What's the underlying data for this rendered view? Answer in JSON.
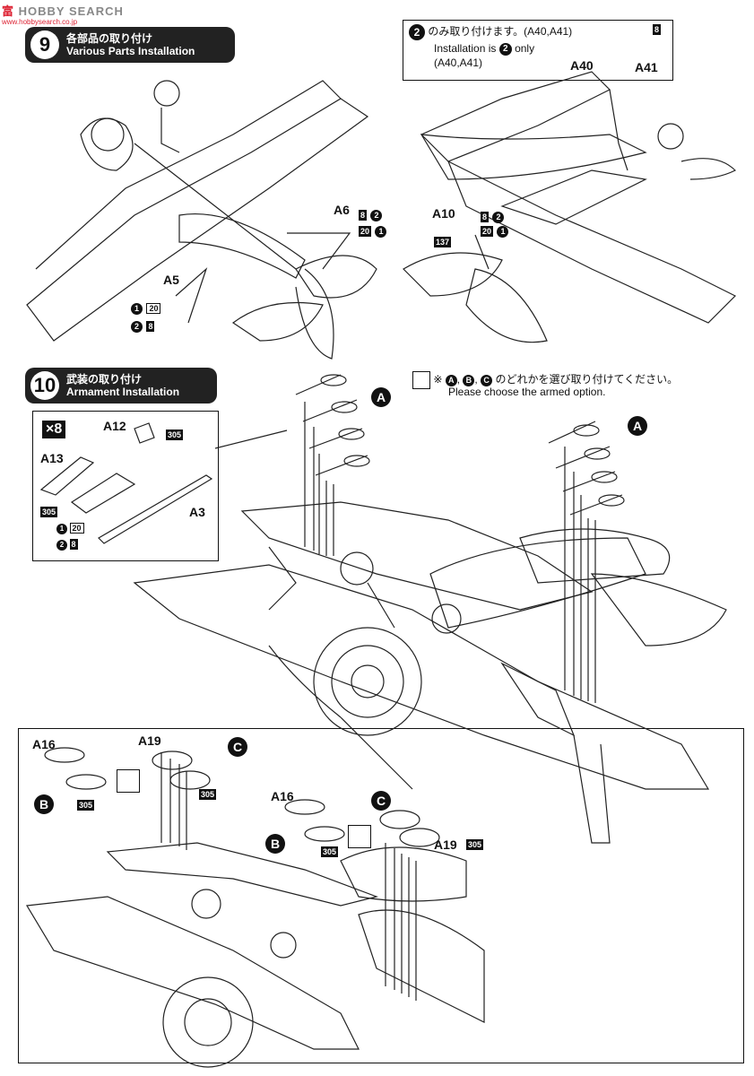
{
  "watermark": {
    "brand_a": "富",
    "brand_b": "HOBBY SEARCH",
    "sub": "www.hobbysearch.co.jp"
  },
  "step9": {
    "number": "9",
    "title_jp": "各部品の取り付け",
    "title_en": "Various Parts Installation"
  },
  "step10": {
    "number": "10",
    "title_jp": "武装の取り付け",
    "title_en": "Armament Installation"
  },
  "note_top": {
    "icon": "2",
    "line1": "のみ取り付けます。(A40,A41)",
    "line2": "Installation is",
    "line2_icon": "2",
    "line2_end": "only",
    "line3": "(A40,A41)",
    "parts": [
      "A40",
      "A41"
    ],
    "code": "8"
  },
  "step9_left_labels": {
    "a6": "A6",
    "a5": "A5",
    "codes_a6": [
      "8",
      "2",
      "20",
      "1"
    ],
    "codes_a5": [
      "1",
      "20",
      "2",
      "8"
    ]
  },
  "step9_right_labels": {
    "a10": "A10",
    "codes_a10": [
      "8",
      "2",
      "20",
      "1"
    ],
    "code_137": "137"
  },
  "armament_note": {
    "prefix": "※",
    "options": [
      "A",
      "B",
      "C"
    ],
    "text_jp": "のどれかを選び取り付けてください。",
    "text_en": "Please choose the armed option."
  },
  "armament_box": {
    "multiplier": "8",
    "a12": "A12",
    "a13": "A13",
    "a3": "A3",
    "code_305": "305",
    "codes": [
      "1",
      "20",
      "2",
      "8"
    ]
  },
  "option_labels": {
    "a": "A",
    "b": "B",
    "c": "C"
  },
  "option_parts": {
    "a16": "A16",
    "a19": "A19",
    "code_305": "305"
  }
}
